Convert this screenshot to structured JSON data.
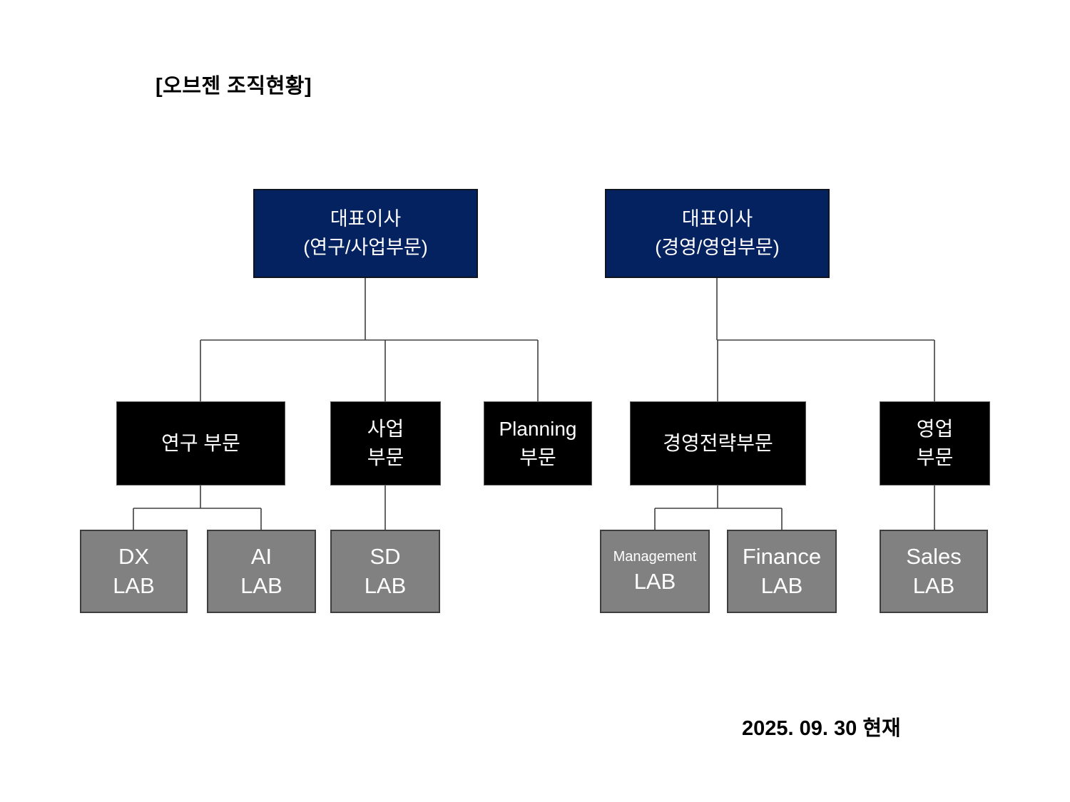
{
  "page": {
    "title_label": "[오브젠 조직현황]",
    "as_of_label": "2025. 09. 30 현재"
  },
  "colors": {
    "navy": "#052260",
    "black": "#000000",
    "gray": "#818181",
    "line": "#404040",
    "background": "#ffffff"
  },
  "org": {
    "ceos": [
      {
        "name": "ceo-research-business",
        "lines": [
          "대표이사",
          "(연구/사업부문)"
        ]
      },
      {
        "name": "ceo-management-sales",
        "lines": [
          "대표이사",
          "(경영/영업부문)"
        ]
      }
    ],
    "divisions": [
      {
        "name": "research-division",
        "lines": [
          "연구 부문"
        ]
      },
      {
        "name": "business-division",
        "lines": [
          "사업",
          "부문"
        ]
      },
      {
        "name": "planning-division",
        "lines": [
          "Planning",
          "부문"
        ]
      },
      {
        "name": "management-strategy-division",
        "lines": [
          "경영전략부문"
        ]
      },
      {
        "name": "sales-division",
        "lines": [
          "영업",
          "부문"
        ]
      }
    ],
    "labs": [
      {
        "name": "dx-lab",
        "lines": [
          "DX",
          "LAB"
        ]
      },
      {
        "name": "ai-lab",
        "lines": [
          "AI",
          "LAB"
        ]
      },
      {
        "name": "sd-lab",
        "lines": [
          "SD",
          "LAB"
        ]
      },
      {
        "name": "management-lab",
        "lines": [
          "Management",
          "LAB"
        ]
      },
      {
        "name": "finance-lab",
        "lines": [
          "Finance",
          "LAB"
        ]
      },
      {
        "name": "sales-lab",
        "lines": [
          "Sales",
          "LAB"
        ]
      }
    ]
  }
}
